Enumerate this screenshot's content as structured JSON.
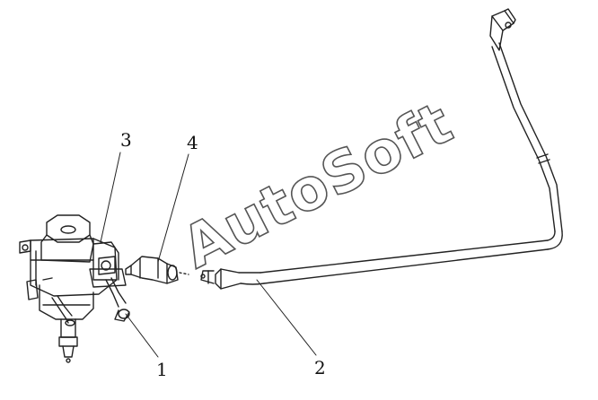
{
  "diagram": {
    "callouts": [
      {
        "id": "1",
        "label": "1"
      },
      {
        "id": "2",
        "label": "2"
      },
      {
        "id": "3",
        "label": "3"
      },
      {
        "id": "4",
        "label": "4"
      }
    ]
  },
  "watermark": {
    "text": "AutoSoft"
  }
}
